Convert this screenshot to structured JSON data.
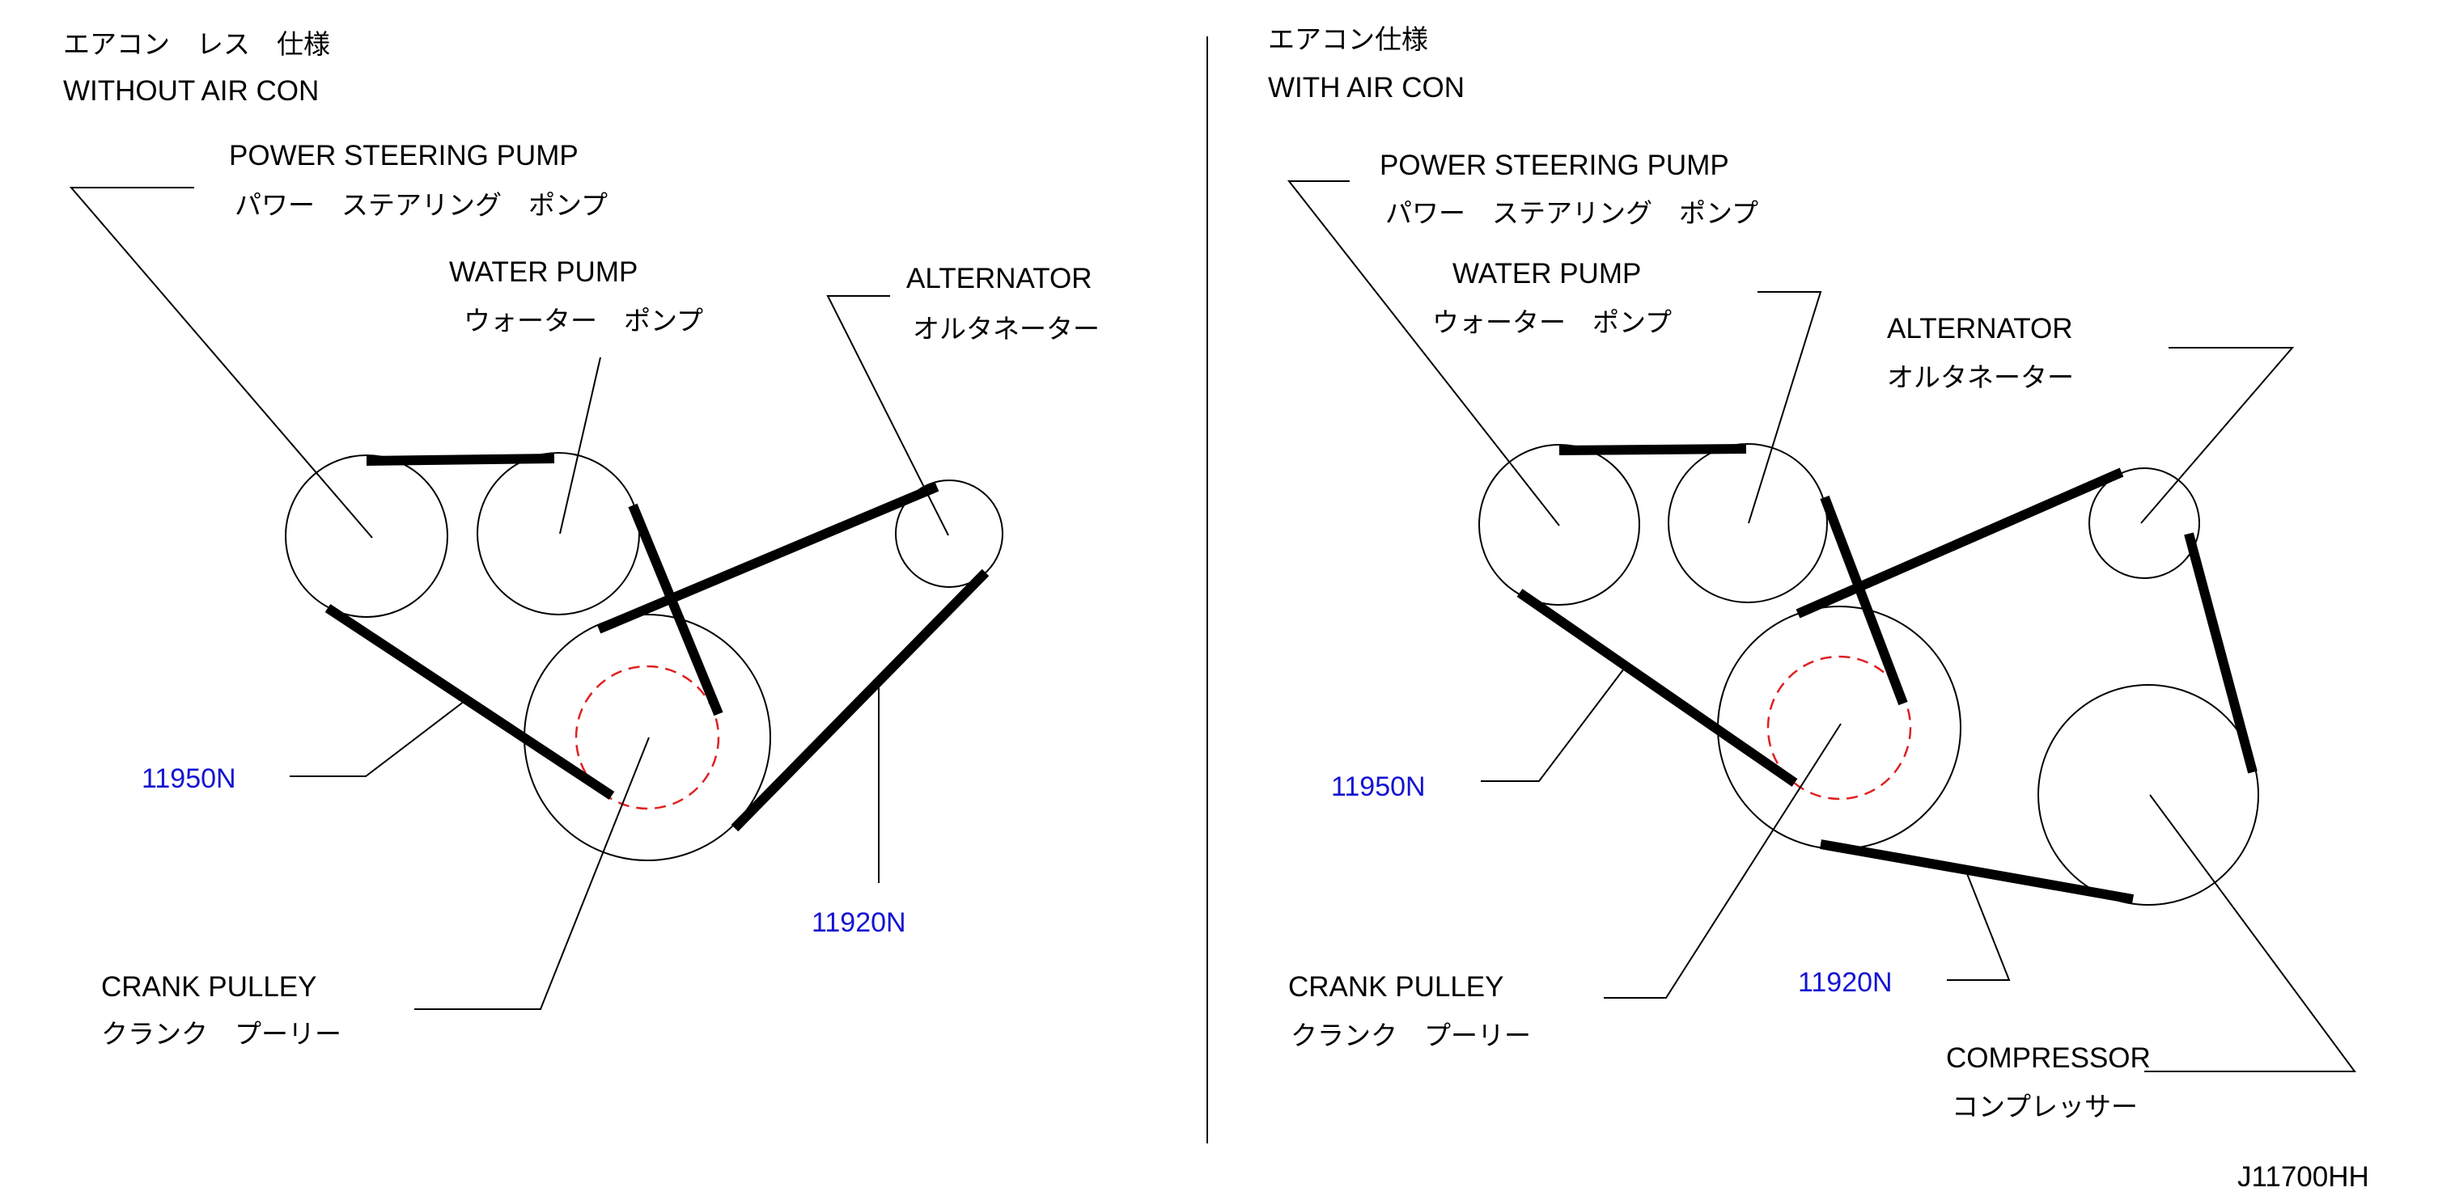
{
  "left": {
    "title_jp": "エアコン　レス　仕様",
    "title_en": "WITHOUT  AIR  CON",
    "ps_en": "POWER  STEERING  PUMP",
    "ps_jp": "パワー　ステアリング　ポンプ",
    "wp_en": "WATER  PUMP",
    "wp_jp": "ウォーター　ポンプ",
    "alt_en": "ALTERNATOR",
    "alt_jp": "オルタネーター",
    "crank_en": "CRANK  PULLEY",
    "crank_jp": "クランク　プーリー",
    "part_a": "11950N",
    "part_b": "11920N"
  },
  "right": {
    "title_jp": "エアコン仕様",
    "title_en": "WITH  AIR  CON",
    "ps_en": "POWER  STEERING  PUMP",
    "ps_jp": "パワー　ステアリング　ポンプ",
    "wp_en": "WATER  PUMP",
    "wp_jp": "ウォーター　ポンプ",
    "alt_en": "ALTERNATOR",
    "alt_jp": "オルタネーター",
    "crank_en": "CRANK  PULLEY",
    "crank_jp": "クランク　プーリー",
    "comp_en": "COMPRESSOR",
    "comp_jp": "コンプレッサー",
    "part_a": "11950N",
    "part_b": "11920N"
  },
  "figure_id": "J11700HH",
  "colors": {
    "part_number": "#1414d2",
    "crank_hub": "#e02020",
    "line": "#000000"
  }
}
